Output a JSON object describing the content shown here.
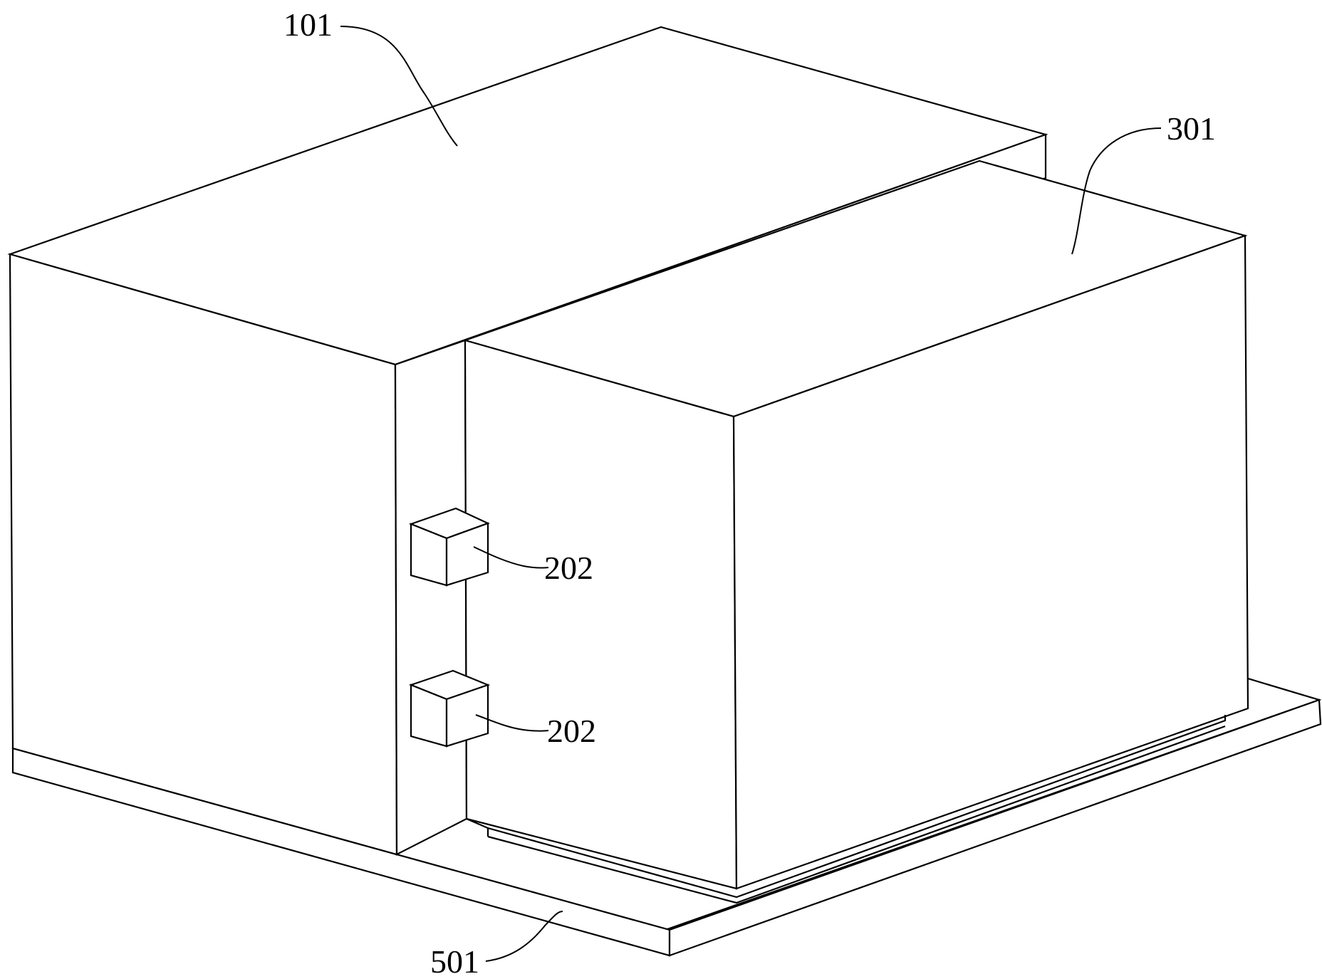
{
  "figure": {
    "labels": {
      "part_101": "101",
      "part_301": "301",
      "part_202_upper": "202",
      "part_202_lower": "202",
      "part_501": "501"
    },
    "colors": {
      "ink": "#000000",
      "paper": "#ffffff"
    }
  }
}
